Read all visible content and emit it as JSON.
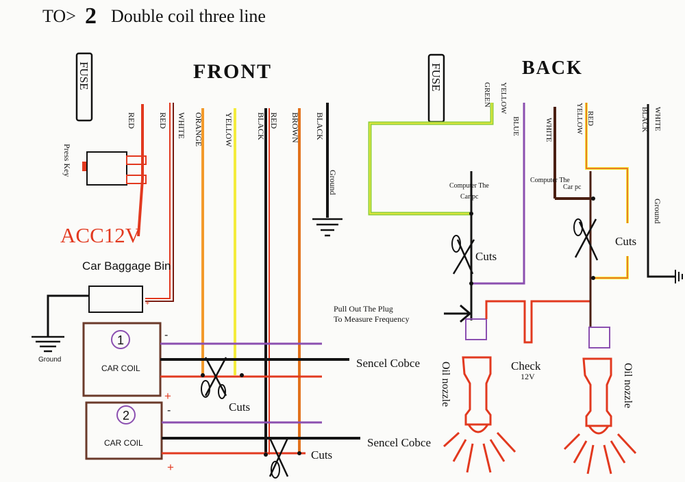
{
  "title": {
    "prefix": "TO>",
    "number": "2",
    "text": "Double coil three line"
  },
  "fuse_label": "FUSE",
  "front": {
    "heading": "FRONT",
    "press_key": "Press Key",
    "acc": "ACC12V",
    "baggage": "Car Baggage Bin",
    "ground": "Ground",
    "wires": [
      "RED",
      "RED",
      "WHITE",
      "ORANGE",
      "YELLOW",
      "BLACK",
      "RED",
      "BROWN",
      "BLACK"
    ],
    "wire_ground": "Ground",
    "coil1": {
      "number": "1",
      "label": "CAR COIL"
    },
    "coil2": {
      "number": "2",
      "label": "CAR COIL"
    },
    "minus": "-",
    "plus": "+",
    "sensor1": "Sencel Cobce",
    "sensor2": "Sencel Cobce",
    "cuts1": "Cuts",
    "cuts2": "Cuts"
  },
  "back": {
    "heading": "BACK",
    "wires": [
      "GREEN",
      "YELLOW",
      "BLUE",
      "WHITE",
      "YELLOW",
      "RED",
      "WHITE",
      "BLACK"
    ],
    "computer1": [
      "Computer The",
      "Car pc"
    ],
    "computer2": [
      "Computer The",
      "Car pc"
    ],
    "cuts1": "Cuts",
    "cuts2": "Cuts",
    "pull_out": [
      "Pull Out The Plug",
      "To Measure Frequency"
    ],
    "check": "Check",
    "check_v": "12V",
    "oil1": "Oil nozzle",
    "oil2": "Oil nozzle",
    "ground": "Ground"
  },
  "colors": {
    "red": "#e2391f",
    "darkred": "#7a1d12",
    "orange": "#f39a2b",
    "yellow": "#f4ec3c",
    "black": "#141414",
    "brown": "#e2721c",
    "purple": "#8b4fb0",
    "green": "#8fcf3a",
    "coilborder": "#6b3a2a"
  }
}
